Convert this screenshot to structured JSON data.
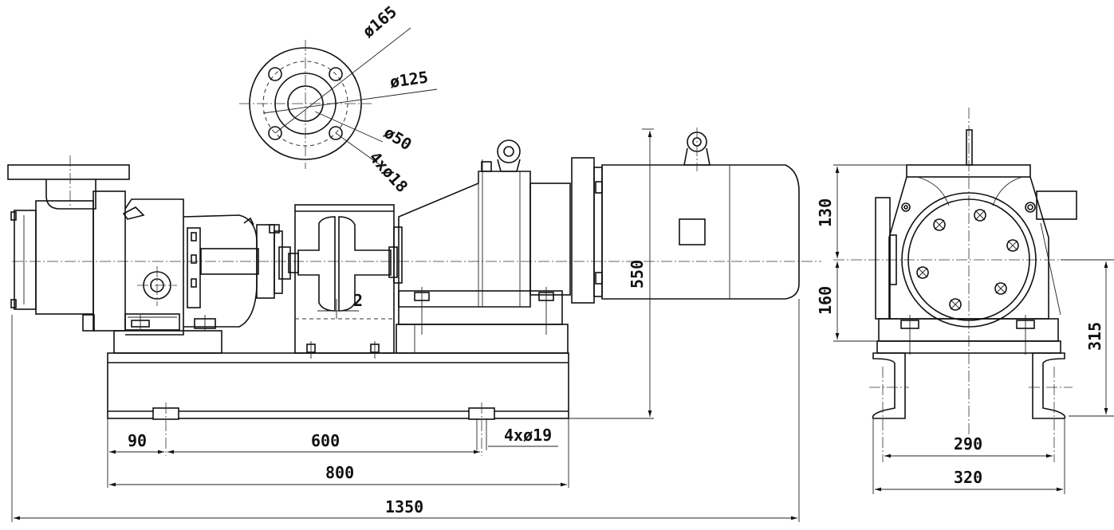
{
  "colors": {
    "line": "#111111",
    "background": "#ffffff"
  },
  "flange": {
    "outer_diameter": "ø165",
    "bolt_circle": "ø125",
    "bore": "ø50",
    "holes": "4xø18"
  },
  "side_view": {
    "pitch_90": "90",
    "bolt_span": "600",
    "base_length": "800",
    "total_length": "1350",
    "foot_holes": "4xø19",
    "height": "550",
    "gap": "2"
  },
  "end_view": {
    "upper_height": "130",
    "lower_height": "160",
    "center_height": "315",
    "bolt_span": "290",
    "base_width": "320"
  }
}
